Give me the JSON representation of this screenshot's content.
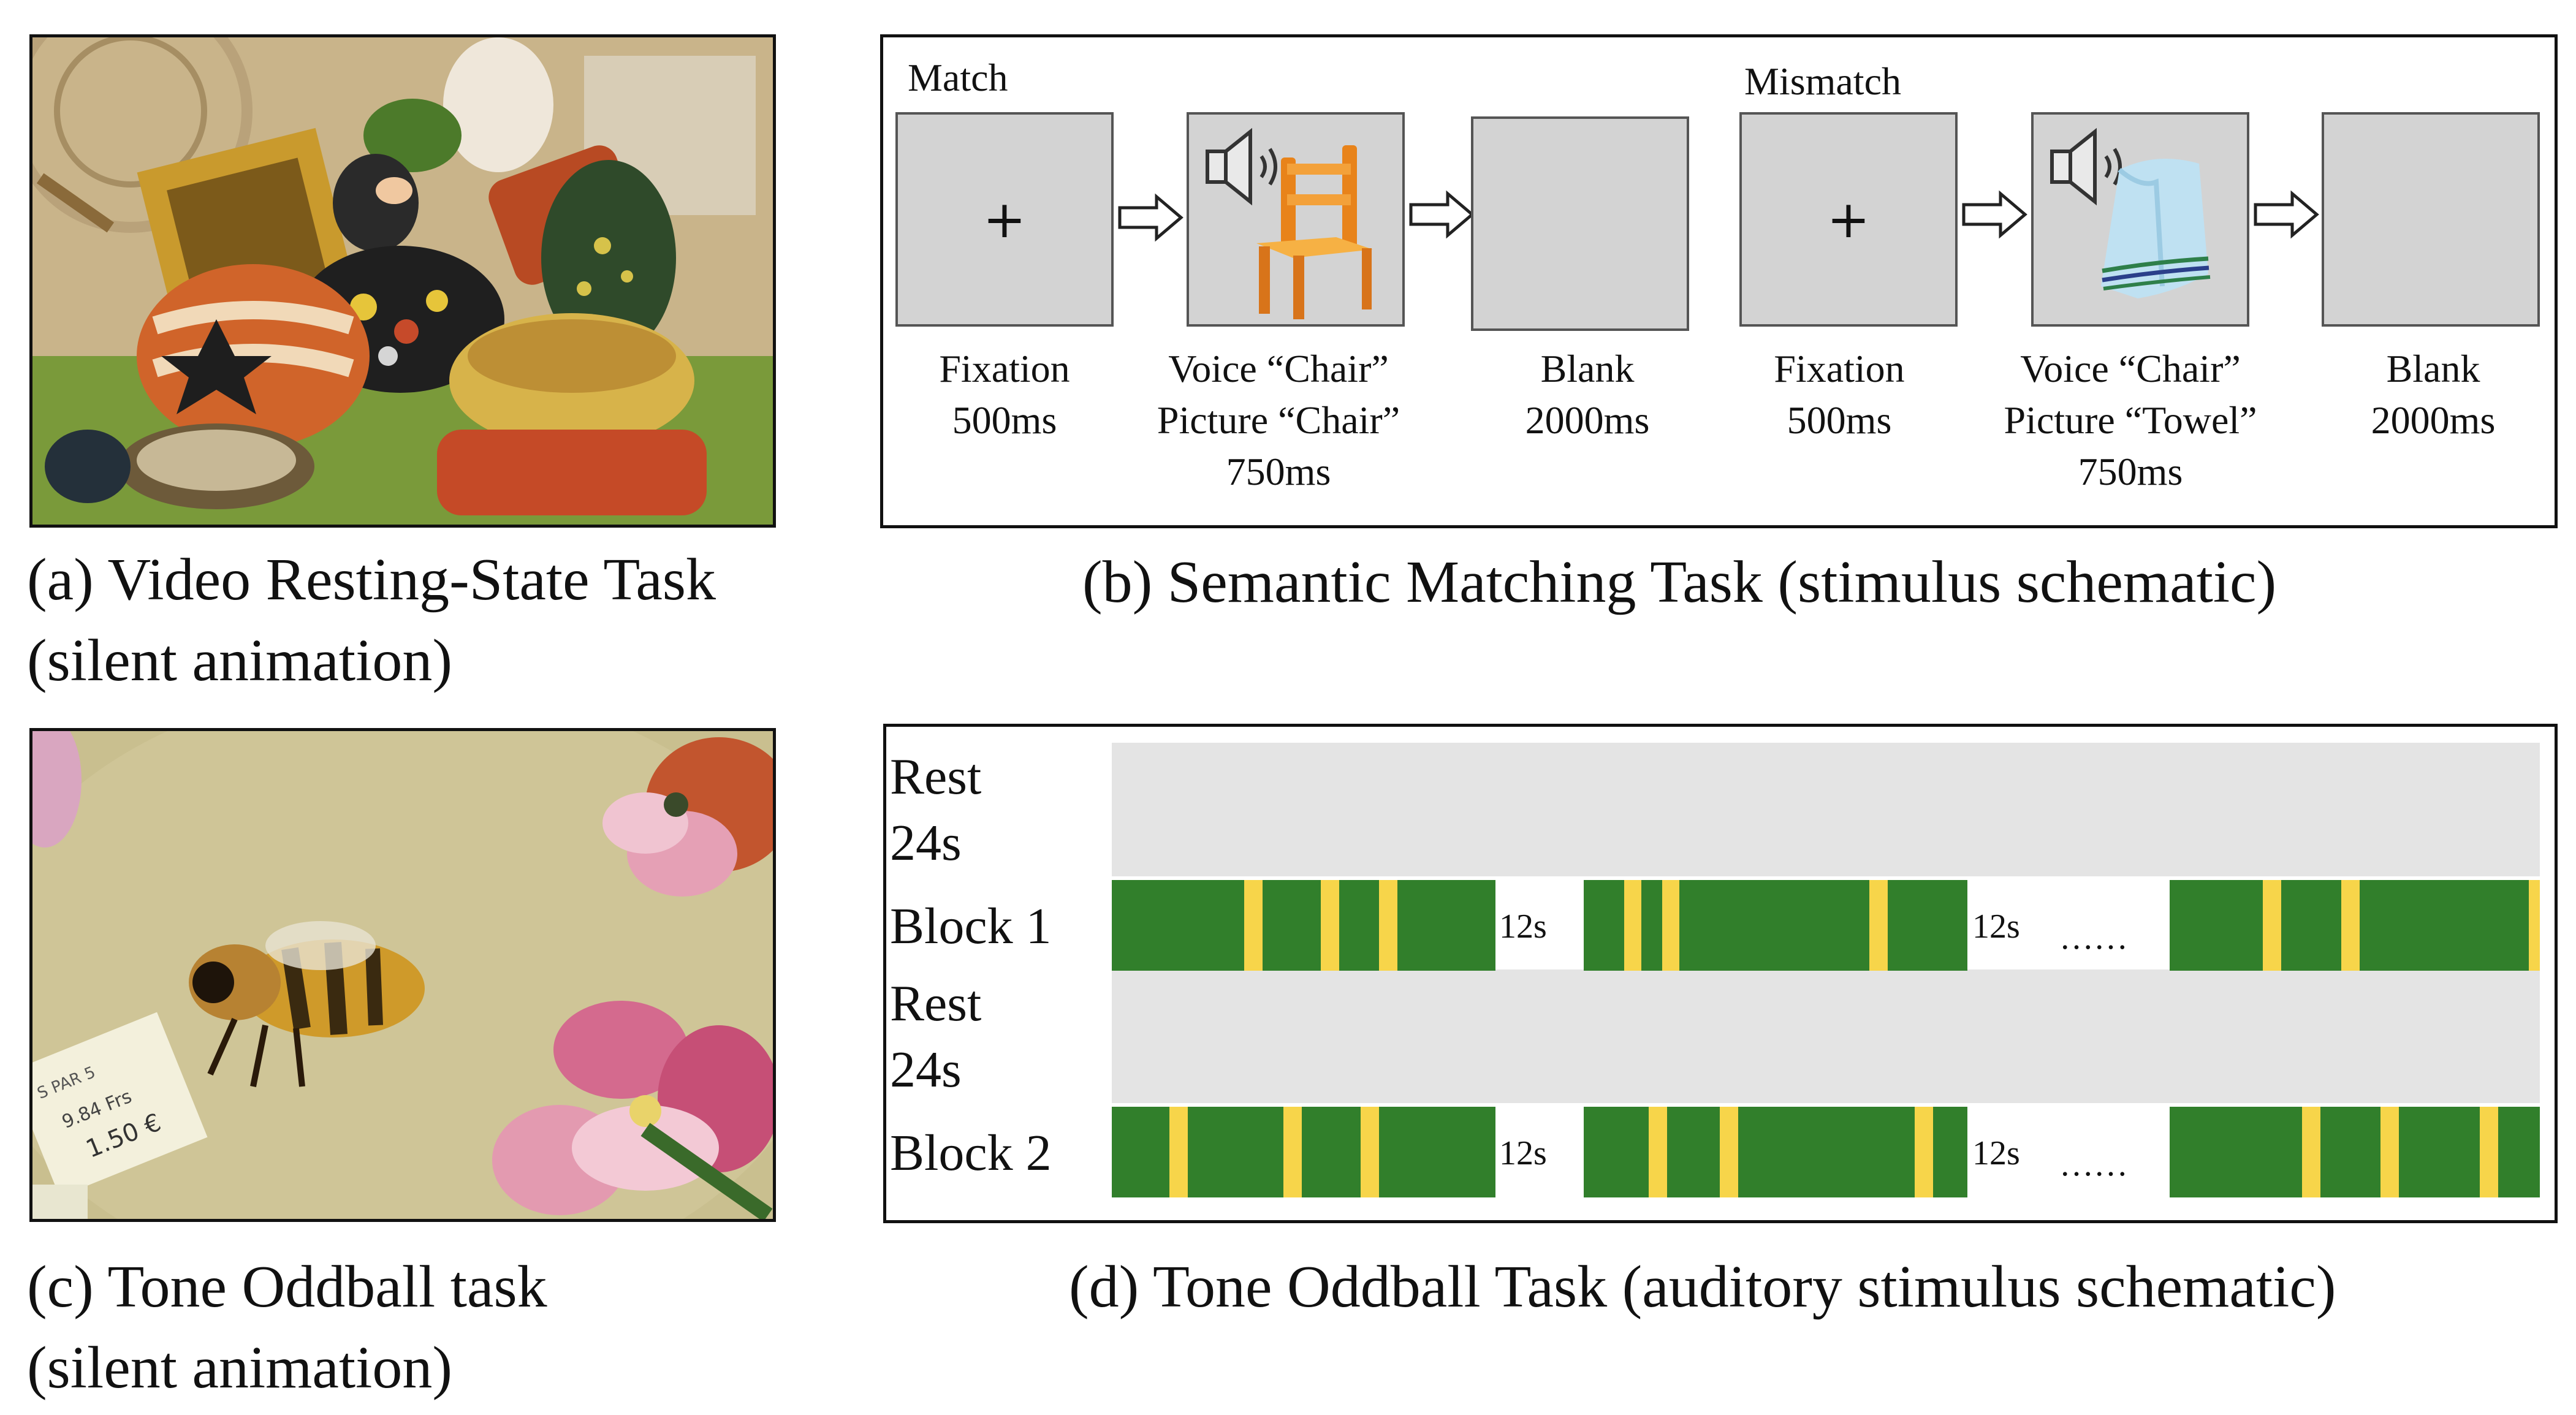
{
  "captions": {
    "a_line1": "(a) Video Resting-State Task",
    "a_line2": "(silent animation)",
    "b": "(b) Semantic Matching Task (stimulus schematic)",
    "c_line1": "(c) Tone Oddball task",
    "c_line2": "(silent animation)",
    "d": "(d) Tone Oddball Task (auditory stimulus schematic)"
  },
  "semantic": {
    "match_label": "Match",
    "mismatch_label": "Mismatch",
    "fixation_symbol": "+",
    "match": {
      "fixation": [
        "Fixation",
        "500ms"
      ],
      "voice": [
        "Voice “Chair”",
        "Picture “Chair”",
        "750ms"
      ],
      "blank": [
        "Blank",
        "2000ms"
      ]
    },
    "mismatch": {
      "fixation": [
        "Fixation",
        "500ms"
      ],
      "voice": [
        "Voice “Chair”",
        "Picture “Towel”",
        "750ms"
      ],
      "blank": [
        "Blank",
        "2000ms"
      ]
    }
  },
  "oddball": {
    "rest1": [
      "Rest",
      "24s"
    ],
    "block1": "Block 1",
    "rest2": [
      "Rest",
      "24s"
    ],
    "block2": "Block 2",
    "gap_label": "12s",
    "ellipsis": "……",
    "colors": {
      "standard": "#317f2b",
      "deviant": "#f7d54a",
      "rest": "#e4e4e4"
    }
  },
  "photo_c_tag": {
    "line1": "S PAR 5",
    "line2": "9.84 Frs",
    "line3": "1.50 €"
  }
}
